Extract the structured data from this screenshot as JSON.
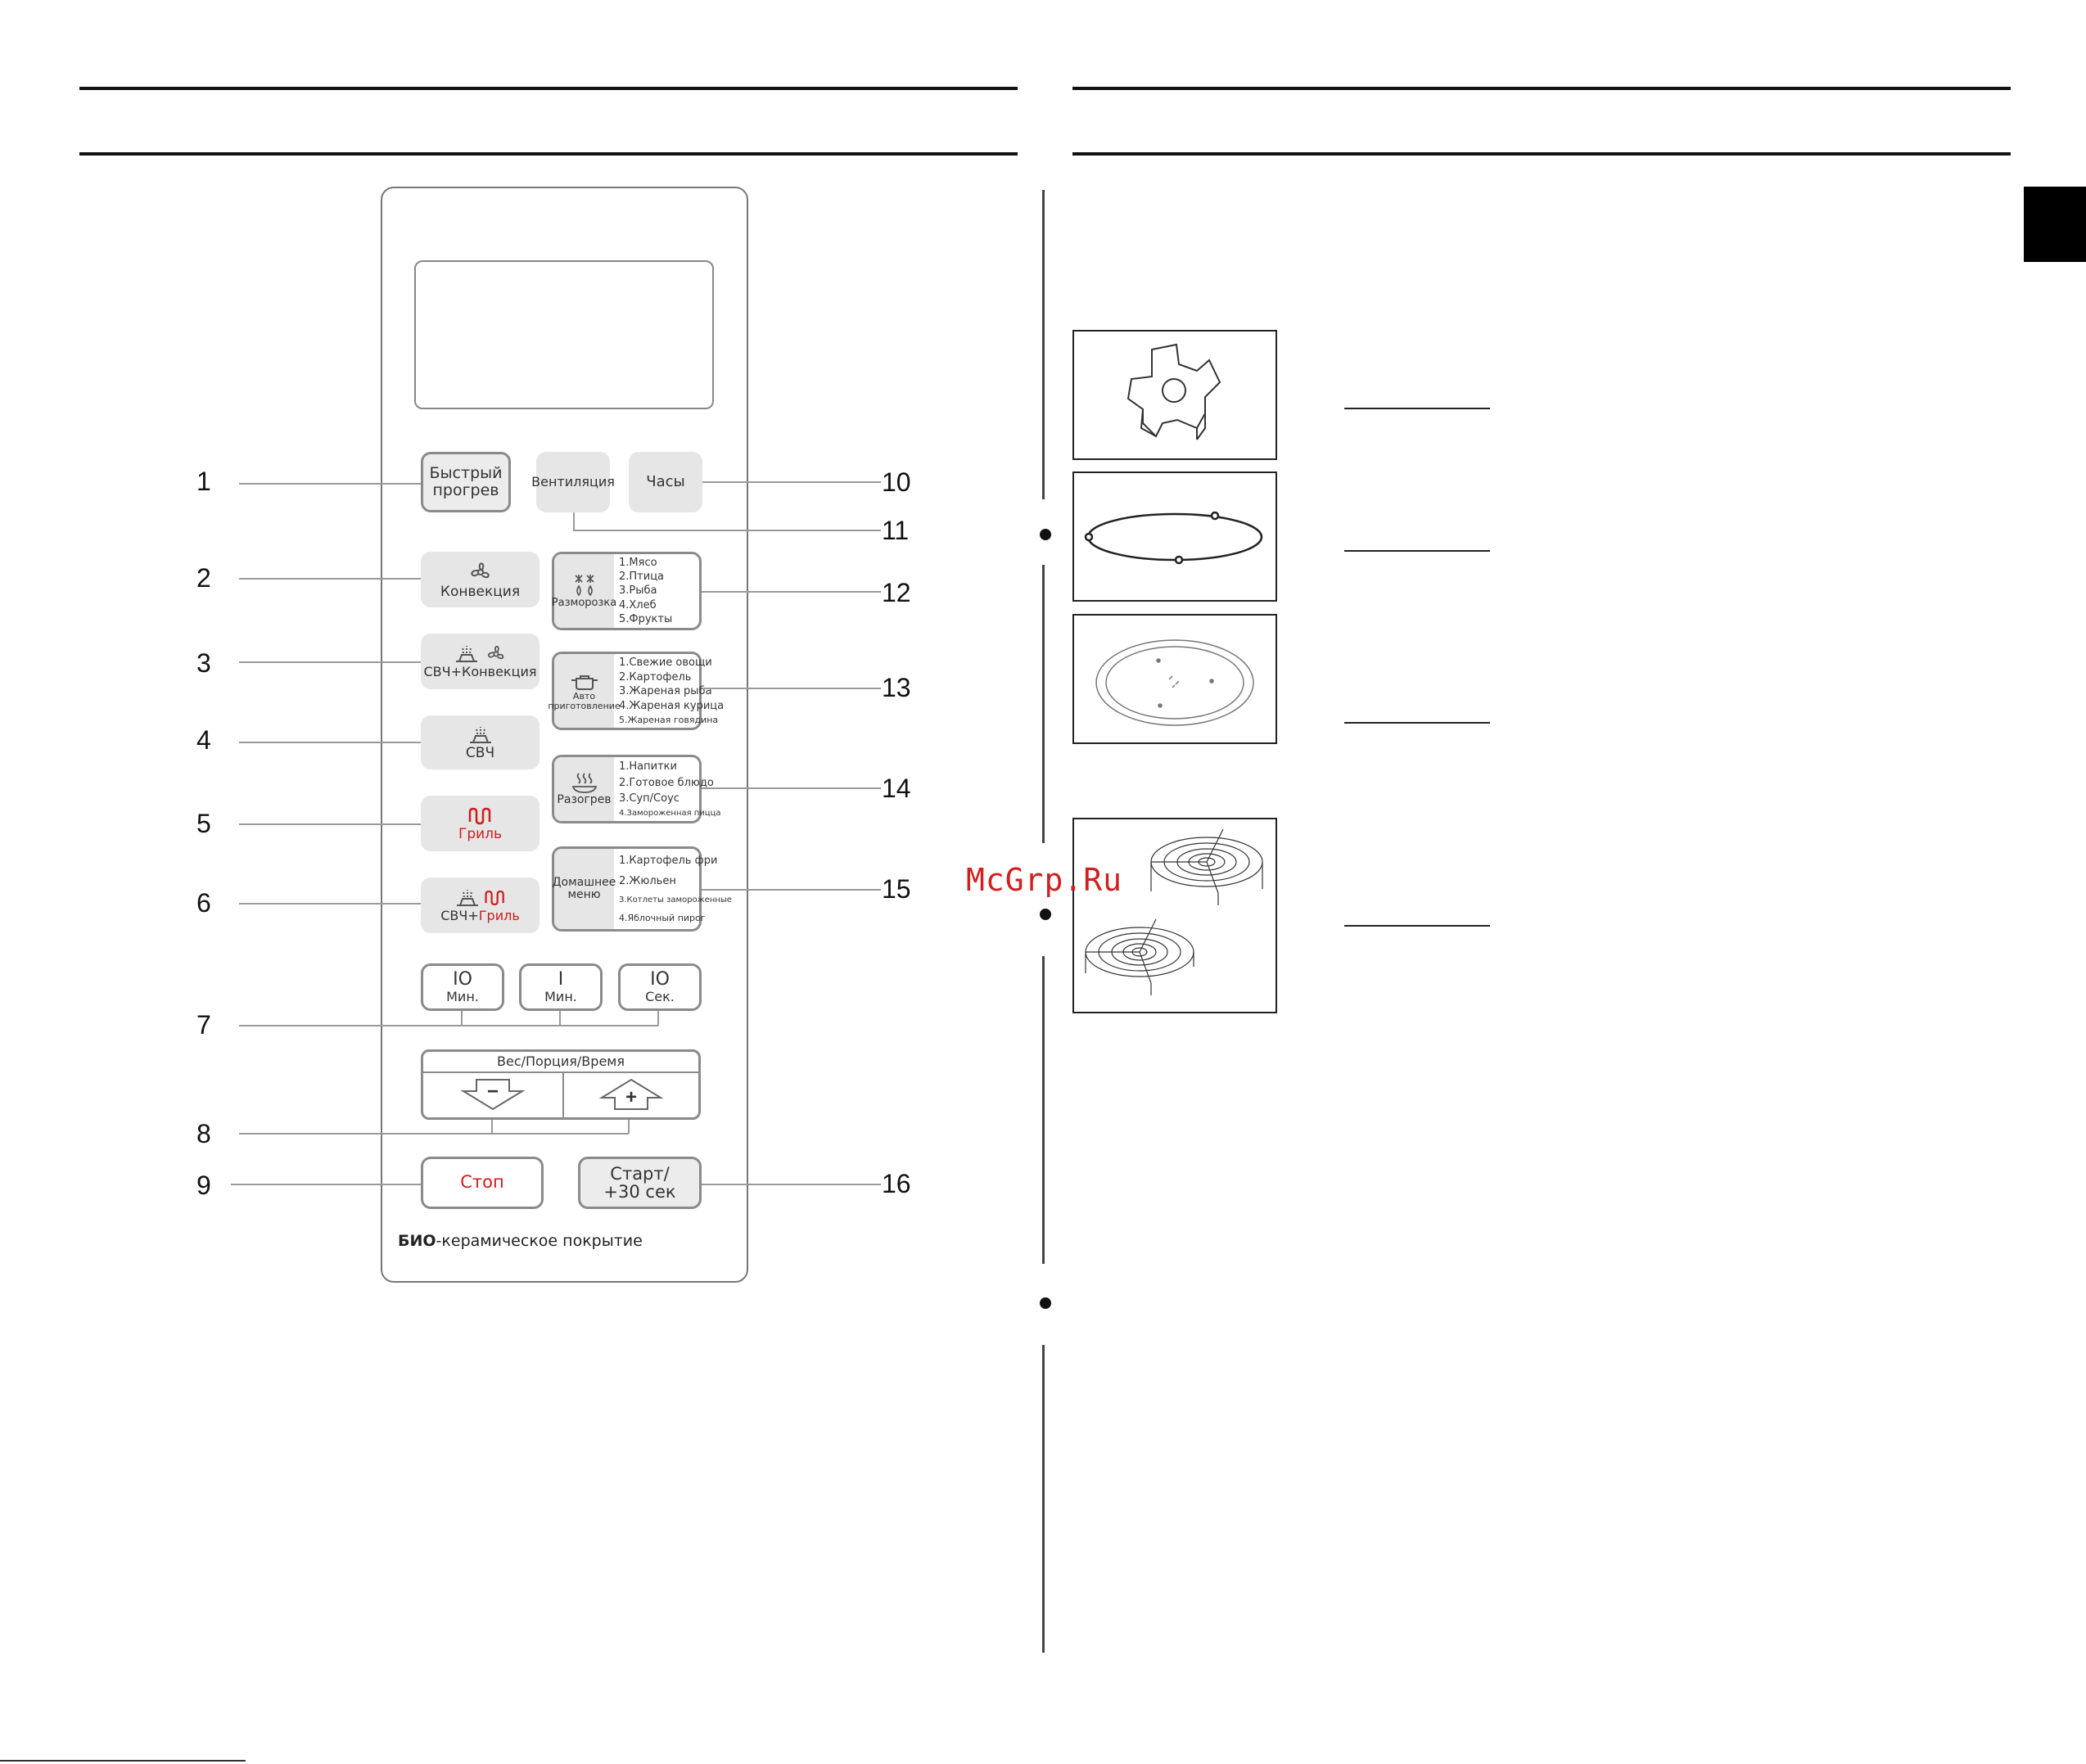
{
  "panel": {
    "buttons": {
      "quick_heat": "Быстрый\nпрогрев",
      "ventilation": "Вентиляция",
      "clock": "Часы",
      "convection": "Конвекция",
      "mw_convection": "СВЧ+Конвекция",
      "mw": "СВЧ",
      "grill": "Гриль",
      "mw_grill_a": "СВЧ+",
      "mw_grill_b": "Гриль",
      "ten_min_big": "IO",
      "ten_min_small": "Мин.",
      "one_min_big": "I",
      "one_min_small": "Мин.",
      "ten_sec_big": "IO",
      "ten_sec_small": "Сек.",
      "weight_label": "Вес/Порция/Время",
      "minus": "−",
      "plus": "+",
      "stop": "Стоп",
      "start": "Старт/\n+30 сек"
    },
    "defrost": {
      "label": "Разморозка",
      "items": [
        "1.Мясо",
        "2.Птица",
        "3.Рыба",
        "4.Хлеб",
        "5.Фрукты"
      ]
    },
    "auto_cook": {
      "label": "Авто\nприготовление",
      "items": [
        "1.Свежие овощи",
        "2.Картофель",
        "3.Жареная рыба",
        "4.Жареная курица",
        "5.Жареная говядина"
      ]
    },
    "reheat": {
      "label": "Разогрев",
      "items": [
        "1.Напитки",
        "2.Готовое блюдо",
        "3.Суп/Соус",
        "4.Замороженная пицца"
      ]
    },
    "home_menu": {
      "label": "Домашнее\nменю",
      "items": [
        "1.Картофель фри",
        "2.Жюльен",
        "3.Котлеты замороженные",
        "4.Яблочный пирог"
      ]
    },
    "coating_bold": "БИО",
    "coating_rest": "-керамическое покрытие"
  },
  "callouts": {
    "n1": "1",
    "n2": "2",
    "n3": "3",
    "n4": "4",
    "n5": "5",
    "n6": "6",
    "n7": "7",
    "n8": "8",
    "n9": "9",
    "n10": "10",
    "n11": "11",
    "n12": "12",
    "n13": "13",
    "n14": "14",
    "n15": "15",
    "n16": "16"
  },
  "watermark": "McGrp.Ru"
}
